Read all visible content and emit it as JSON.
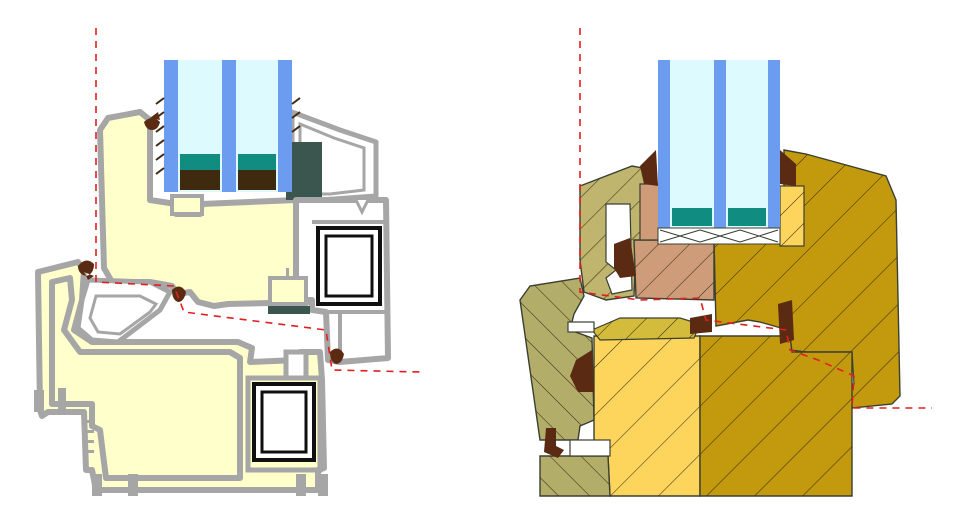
{
  "figure": {
    "panels": [
      {
        "id": "left",
        "material": "pvc-window-profile"
      },
      {
        "id": "right",
        "material": "wood-window-profile"
      }
    ],
    "colors": {
      "pvc_fill": "#ffffcc",
      "pvc_wall": "#a6a6a6",
      "glass_edge": "#6b9cf0",
      "glass_fill": "#ddfbff",
      "spacer": "#108c80",
      "sealant": "#3f2a10",
      "gasket": "#5a2a12",
      "tape": "#3a564f",
      "steel": "#101010",
      "wood_sash_outer": "#b3ad6a",
      "wood_frame_outer": "#c0b56f",
      "wood_light": "#fed55c",
      "wood_dark": "#c39a0e",
      "wood_pink": "#cf9c7a",
      "wood_line": "#3b4031",
      "hatch": "#3a2e10",
      "seal_line": "#e02020"
    }
  }
}
